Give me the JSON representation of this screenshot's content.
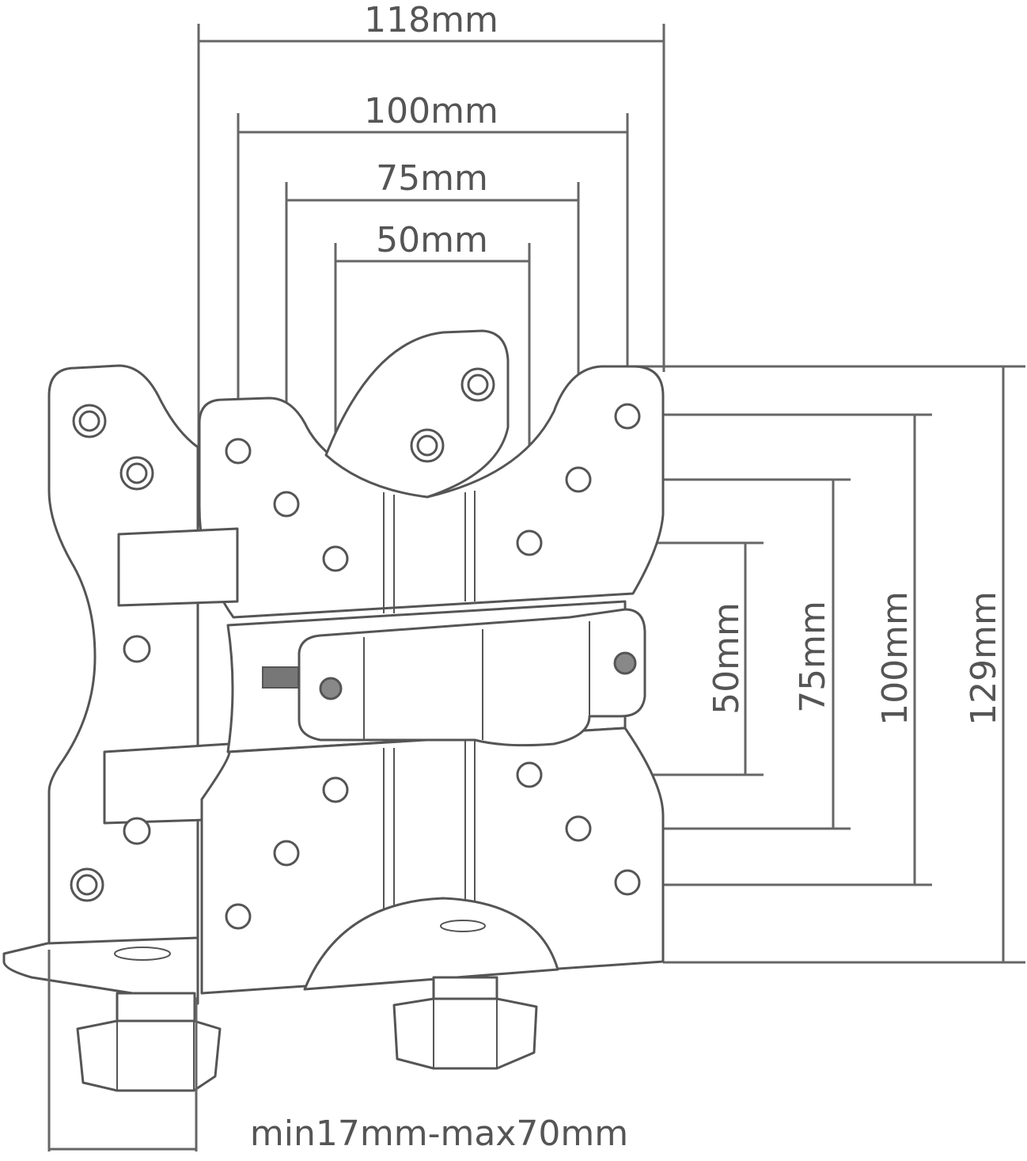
{
  "colors": {
    "line": "#555555",
    "background": "#ffffff"
  },
  "dimensions": {
    "horizontal": [
      {
        "id": "h118",
        "label": "118mm"
      },
      {
        "id": "h100",
        "label": "100mm"
      },
      {
        "id": "h75",
        "label": "75mm"
      },
      {
        "id": "h50",
        "label": "50mm"
      }
    ],
    "vertical": [
      {
        "id": "v50",
        "label": "50mm"
      },
      {
        "id": "v75",
        "label": "75mm"
      },
      {
        "id": "v100",
        "label": "100mm"
      },
      {
        "id": "v129",
        "label": "129mm"
      }
    ],
    "clamp_range": {
      "label": "min17mm-max70mm"
    }
  }
}
